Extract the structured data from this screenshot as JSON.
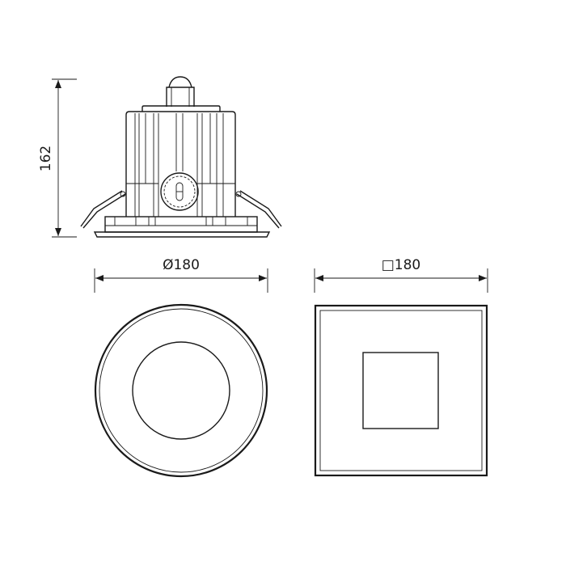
{
  "dimensions": {
    "height": "162",
    "round_diameter": "Ø180",
    "square_side": "□180"
  },
  "colors": {
    "line": "#1a1a1a",
    "background": "#ffffff"
  }
}
